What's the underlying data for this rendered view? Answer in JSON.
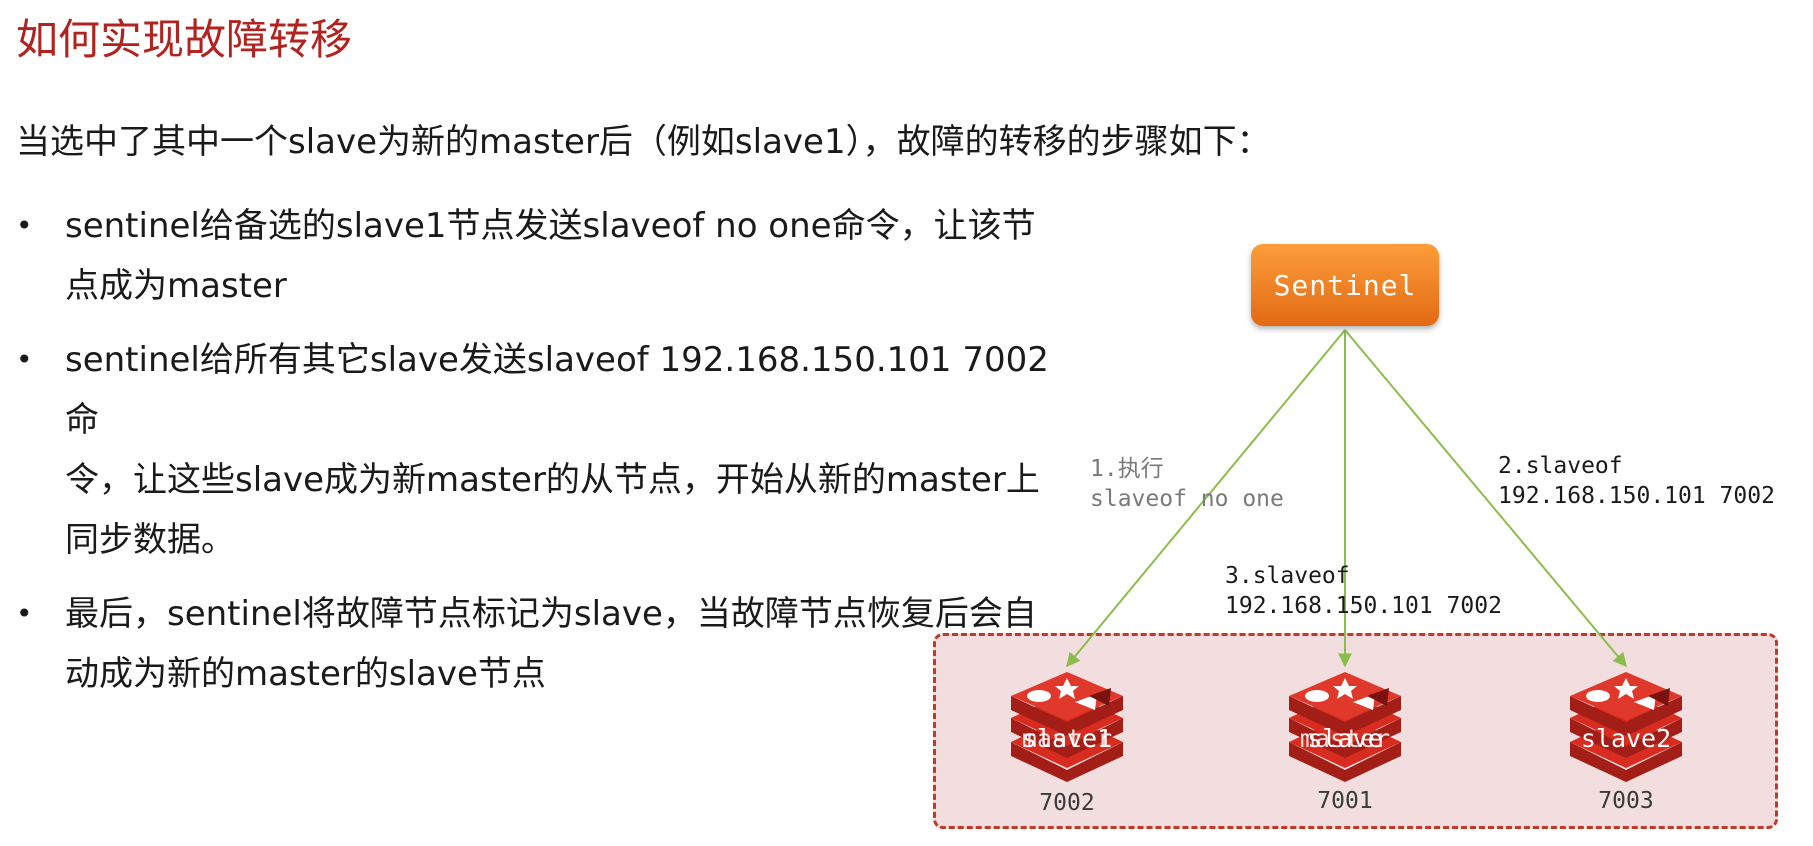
{
  "title": "如何实现故障转移",
  "intro": "当选中了其中一个slave为新的master后（例如slave1），故障的转移的步骤如下：",
  "bullets": [
    {
      "line1": "sentinel给备选的slave1节点发送slaveof no one命令，让该节",
      "line2": "点成为master"
    },
    {
      "line1": "sentinel给所有其它slave发送slaveof 192.168.150.101 7002 命",
      "line2": "令，让这些slave成为新master的从节点，开始从新的master上",
      "line3": "同步数据。"
    },
    {
      "line1": "最后，sentinel将故障节点标记为slave，当故障节点恢复后会自",
      "line2": "动成为新的master的slave节点"
    }
  ],
  "diagram": {
    "sentinel_label": "Sentinel",
    "edges": [
      {
        "line1": "1.执行",
        "line2": "slaveof no one"
      },
      {
        "line1": "2.slaveof",
        "line2": "192.168.150.101 7002"
      },
      {
        "line1": "3.slaveof",
        "line2": "192.168.150.101 7002"
      }
    ],
    "nodes": [
      {
        "label": "slave1",
        "overlay_label": "master",
        "port": "7002"
      },
      {
        "label": "slave",
        "overlay_label": "master",
        "port": "7001"
      },
      {
        "label": "slave2",
        "port": "7003"
      }
    ],
    "colors": {
      "title": "#b0231f",
      "arrow": "#8bbd4c",
      "sentinel": "#f28a2a",
      "redis": "#d82c20",
      "box_fill": "#f2dede",
      "box_border": "#c0392b"
    }
  }
}
